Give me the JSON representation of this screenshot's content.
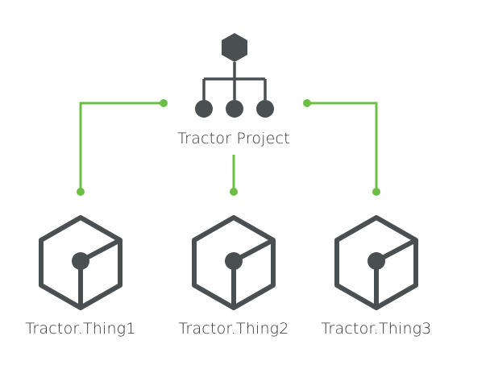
{
  "diagram": {
    "project": {
      "label": "Tractor Project",
      "icon": "hierarchy-icon"
    },
    "things": [
      {
        "label": "Tractor.Thing1",
        "icon": "cube-icon"
      },
      {
        "label": "Tractor.Thing2",
        "icon": "cube-icon"
      },
      {
        "label": "Tractor.Thing3",
        "icon": "cube-icon"
      }
    ]
  },
  "colors": {
    "icon": "#4a4f52",
    "connector": "#6cbf45",
    "text": "#333333"
  }
}
